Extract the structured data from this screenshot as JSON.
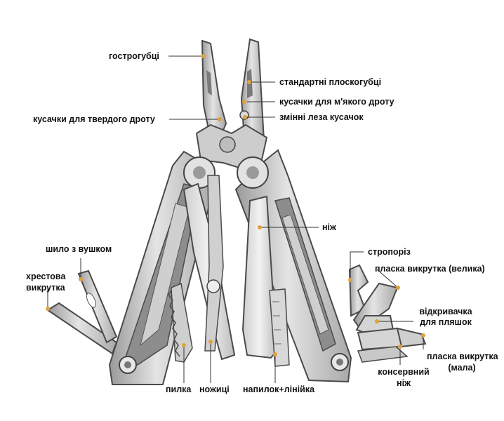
{
  "colors": {
    "accent": "#e0a23c",
    "steel_light": "#dcdcdc",
    "steel_mid": "#b9b9b9",
    "steel_dark": "#7e7e7e",
    "outline": "#4a4a4a",
    "leader": "#333333"
  },
  "labels": {
    "needle_nose": "гострогубці",
    "standard_pliers": "стандартні плоскогубці",
    "soft_wire_cutter": "кусачки для м'якого дроту",
    "replaceable_blades": "змінні леза кусачок",
    "hard_wire_cutter": "кусачки для твердого дроту",
    "knife": "ніж",
    "awl": "шило з вушком",
    "phillips_line1": "хрестова",
    "phillips_line2": "викрутка",
    "strap_cutter": "стропоріз",
    "flat_large": "пласка викрутка (велика)",
    "bottle_line1": "відкривачка",
    "bottle_line2": "для пляшок",
    "flat_small_line1": "пласка викрутка",
    "flat_small_line2": "(мала)",
    "can_line1": "консервний",
    "can_line2": "ніж",
    "saw": "пилка",
    "scissors": "ножиці",
    "file_ruler": "напилок+лінійка"
  }
}
